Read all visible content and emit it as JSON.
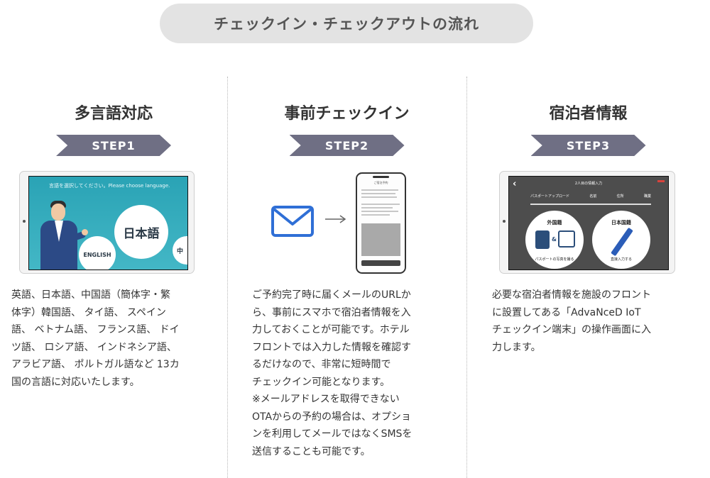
{
  "header": {
    "title": "チェックイン・チェックアウトの流れ"
  },
  "steps": [
    {
      "title": "多言語対応",
      "badge": "STEP1",
      "desc_lines": [
        "英語、日本語、中国語（簡体字・繁",
        "体字）韓国語、 タイ語、 スペイン",
        "語、 ベトナム語、 フランス語、 ドイ",
        "ツ語、 ロシア語、 インドネシア語、",
        "アラビア語、 ポルトガル語など 13カ",
        "国の言語に対応いたします。"
      ],
      "screen": {
        "prompt": "言語を選択してください。Please choose language.",
        "big_lang": "日本語",
        "small_lang": "ENGLISH",
        "edge_lang": "中"
      }
    },
    {
      "title": "事前チェックイン",
      "badge": "STEP2",
      "desc_lines": [
        "ご予約完了時に届くメールのURLか",
        "ら、事前にスマホで宿泊者情報を入",
        "力しておくことが可能です。ホテル",
        "フロントでは入力した情報を確認す",
        "るだけなので、非常に短時間で",
        "チェックイン可能となります。",
        "※メールアドレスを取得できない",
        "OTAからの予約の場合は、オプショ",
        "ンを利用してメールではなくSMSを",
        "送信することも可能です。"
      ],
      "screen": {
        "title": "ご宿泊予約"
      }
    },
    {
      "title": "宿泊者情報",
      "badge": "STEP3",
      "desc_lines": [
        "必要な宿泊者情報を施設のフロント",
        "に設置してある「AdvaNceD IoT",
        "チェックイン端末」の操作画面に入",
        "力します。"
      ],
      "screen": {
        "head": "2人目の情報入力",
        "tabs": [
          "パスポートアップロード",
          "名前",
          "住所",
          "職業"
        ],
        "left_title": "外国籍",
        "left_sub": "パスポートの写真を撮る",
        "right_title": "日本国籍",
        "right_sub": "直接入力する"
      }
    }
  ],
  "colors": {
    "step_badge": "#6f6f84",
    "header_pill": "#e3e3e3",
    "envelope": "#2f6fd6"
  },
  "icons": [
    "envelope-icon",
    "arrow-right-icon",
    "back-chevron-icon",
    "passport-icon",
    "face-scan-icon",
    "pen-icon",
    "camera-icon"
  ]
}
